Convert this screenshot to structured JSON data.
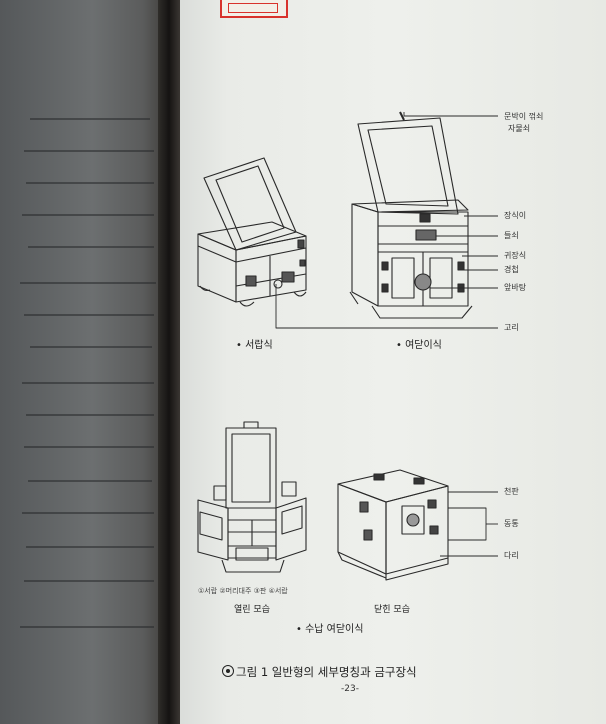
{
  "figure": {
    "title": "그림 1  일반형의 세부명칭과 금구장식",
    "page_number": "-23-"
  },
  "top_right": {
    "callout_1": "문박이 꺾쇠",
    "callout_2": "자물쇠",
    "labels": [
      "장식이",
      "들쇠",
      "귀장식",
      "경첩",
      "앞바탕"
    ],
    "label_bottom": "고리",
    "caption_left": "• 서랍식",
    "caption_right": "• 여닫이식"
  },
  "bottom": {
    "labels": [
      "천판",
      "동통",
      "다리"
    ],
    "parts_legend": "①서랍 ②머리대주 ③판 ④서랍",
    "caption_open": "열린 모습",
    "caption_closed": "닫힌 모습",
    "caption_group": "• 수납 여닫이식"
  }
}
